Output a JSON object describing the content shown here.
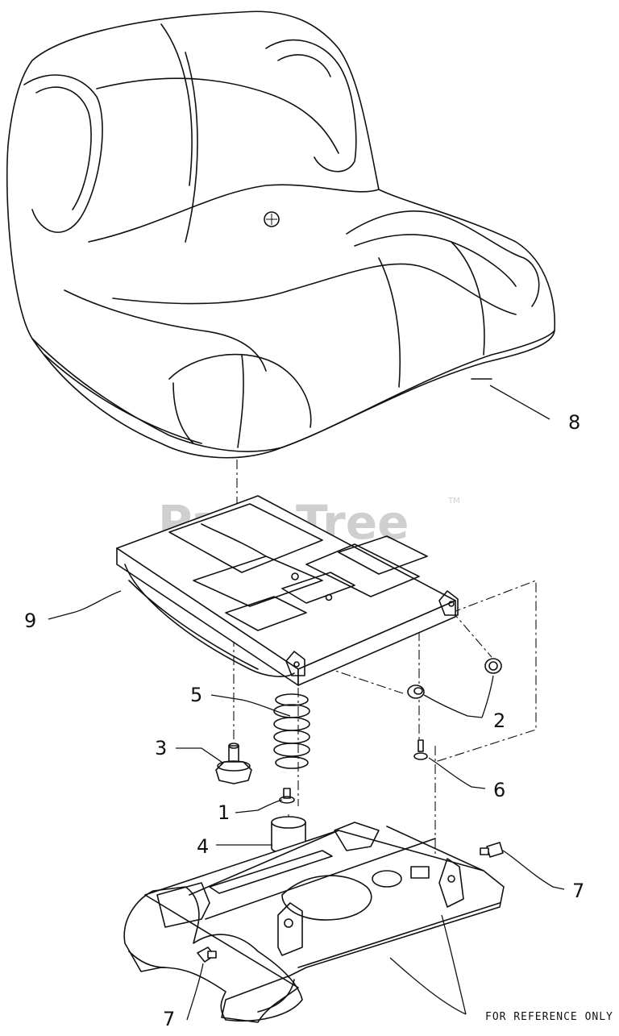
{
  "watermark": {
    "text": "PartsTree",
    "trademark": "TM"
  },
  "callouts": [
    {
      "id": "1",
      "label": "1"
    },
    {
      "id": "2",
      "label": "2"
    },
    {
      "id": "3",
      "label": "3"
    },
    {
      "id": "4",
      "label": "4"
    },
    {
      "id": "5",
      "label": "5"
    },
    {
      "id": "6",
      "label": "6"
    },
    {
      "id": "7a",
      "label": "7"
    },
    {
      "id": "7b",
      "label": "7"
    },
    {
      "id": "8",
      "label": "8"
    },
    {
      "id": "9",
      "label": "9"
    }
  ],
  "reference_note": "FOR REFERENCE ONLY"
}
